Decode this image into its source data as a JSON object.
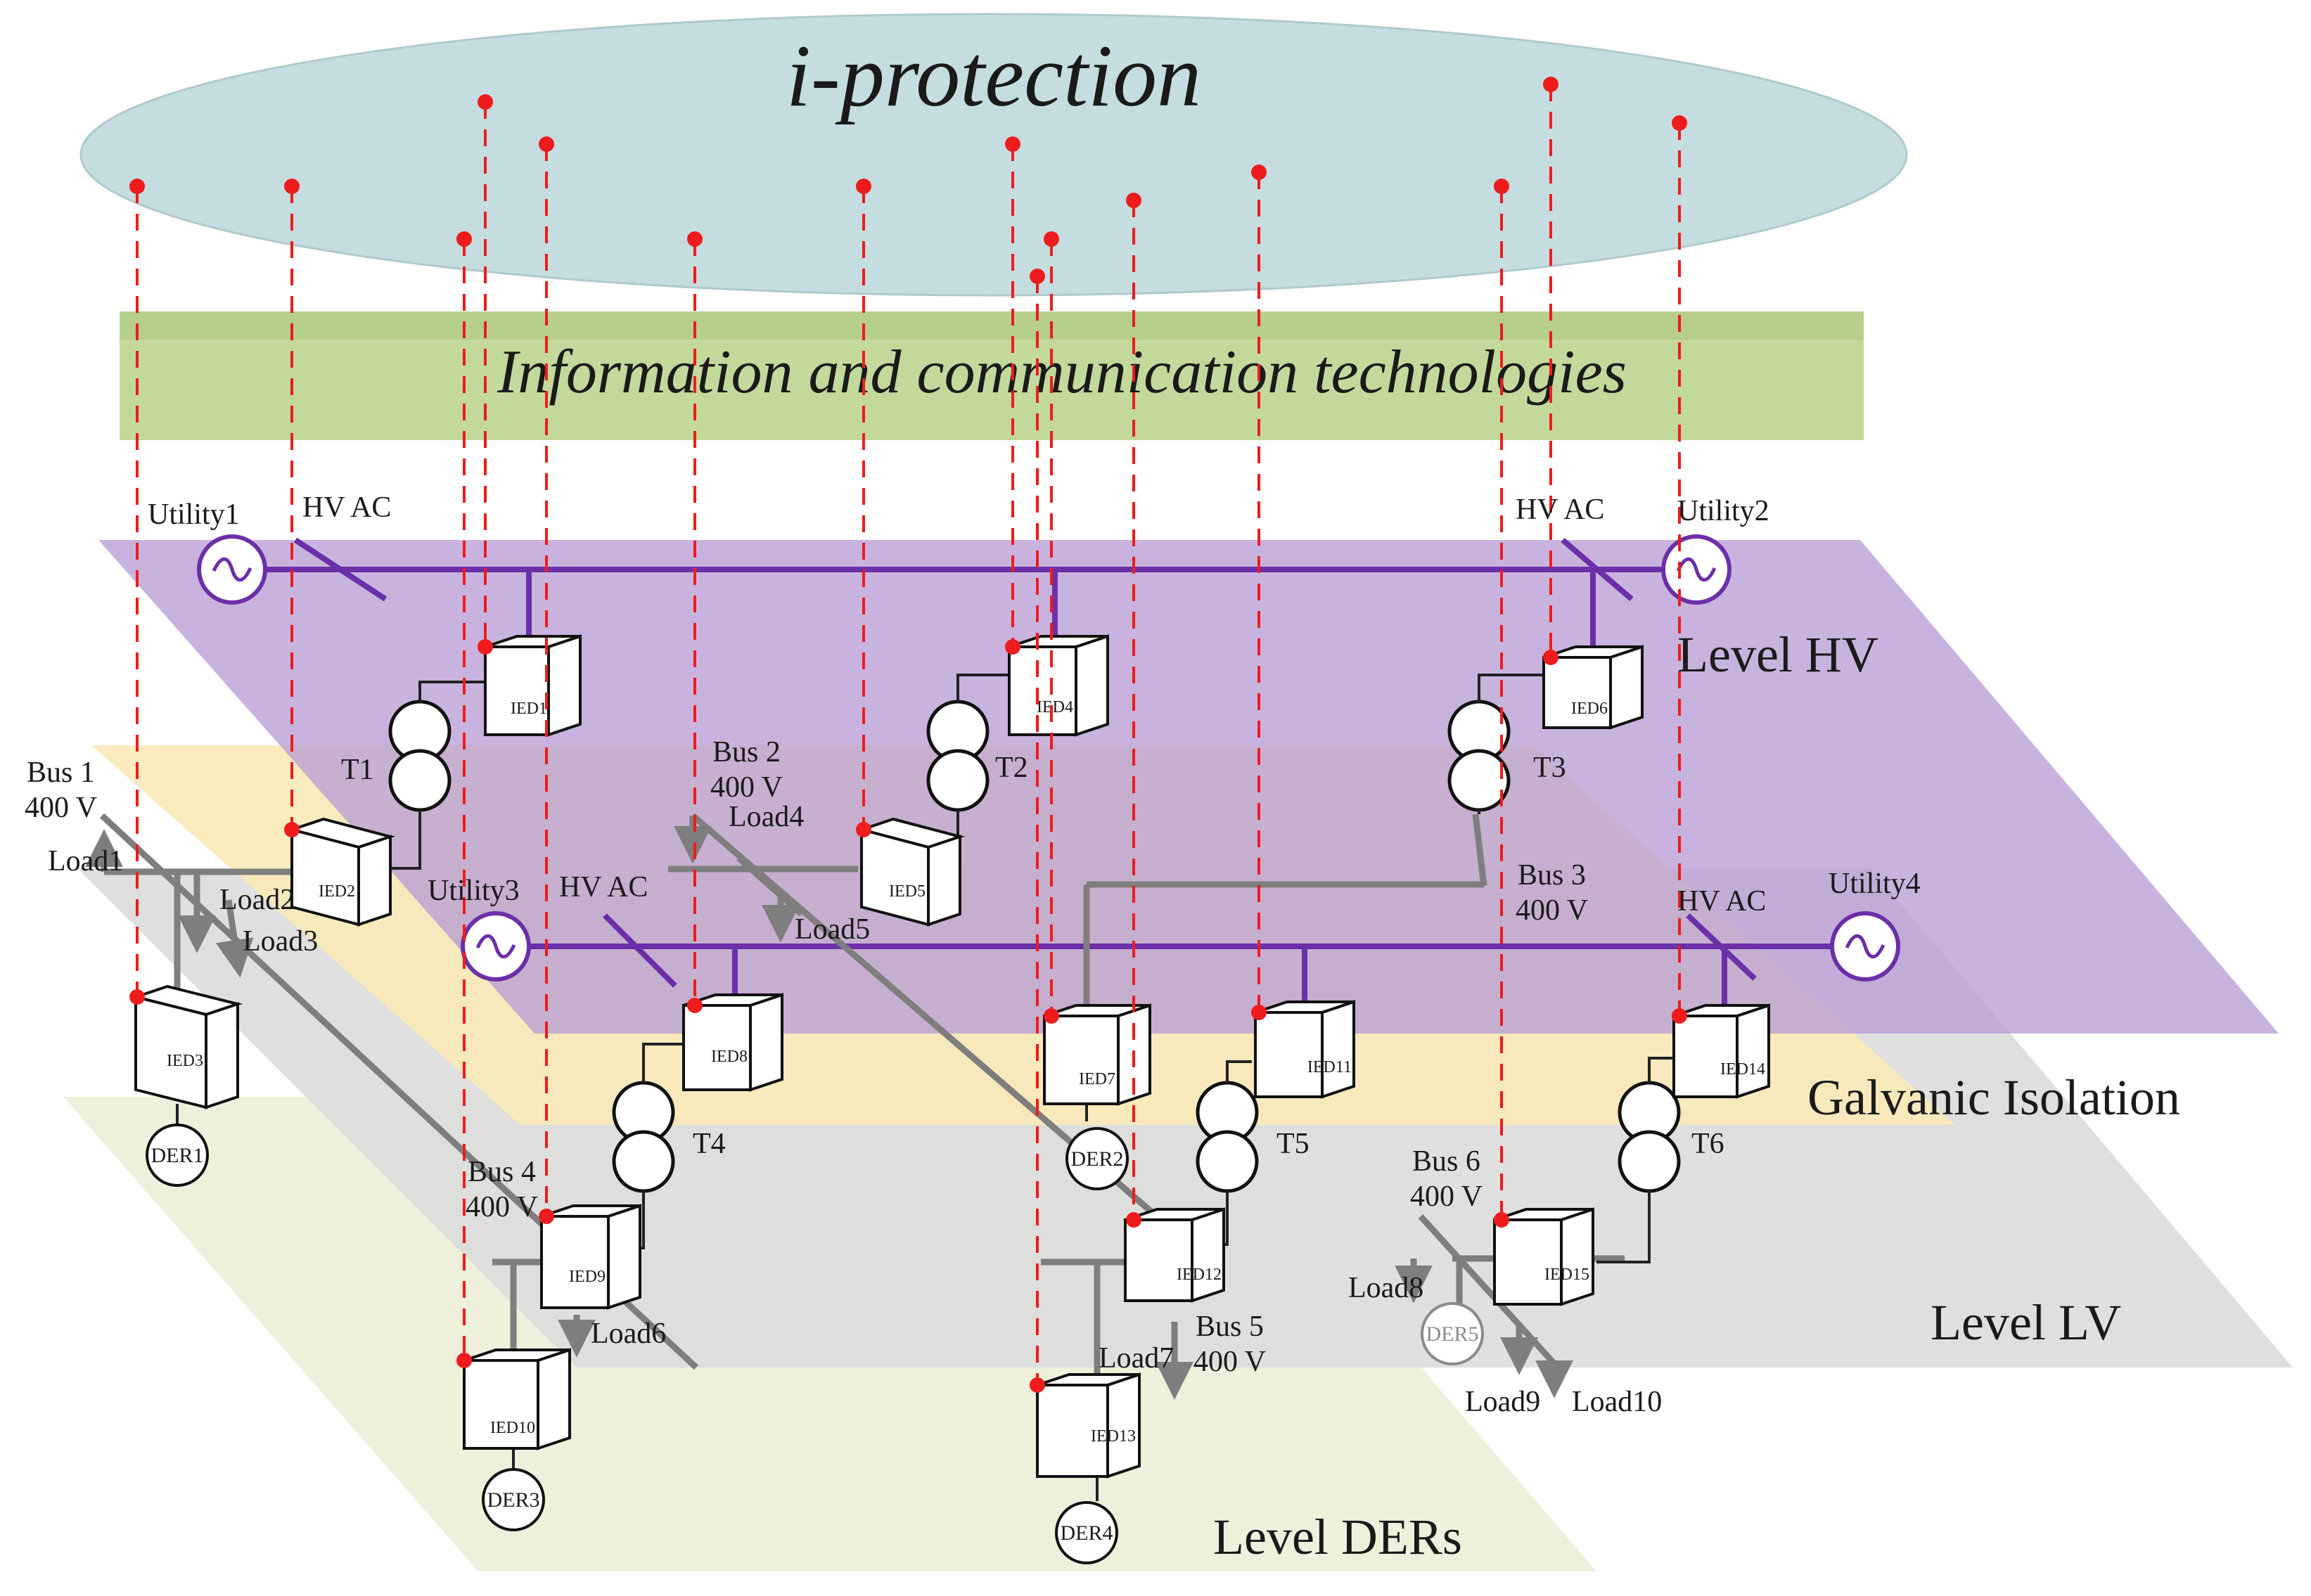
{
  "title": "i-protection",
  "ict_band": "Information and communication technologies",
  "levels": {
    "hv": "Level HV",
    "galvanic": "Galvanic Isolation",
    "lv": "Level LV",
    "ders": "Level DERs"
  },
  "sources": {
    "utility1": "Utility1",
    "utility2": "Utility2",
    "utility3": "Utility3",
    "utility4": "Utility4"
  },
  "hv_ac": "HV AC",
  "transformers": [
    "T1",
    "T2",
    "T3",
    "T4",
    "T5",
    "T6"
  ],
  "ieds": [
    "IED1",
    "IED2",
    "IED3",
    "IED4",
    "IED5",
    "IED6",
    "IED7",
    "IED8",
    "IED9",
    "IED10",
    "IED11",
    "IED12",
    "IED13",
    "IED14",
    "IED15"
  ],
  "buses": {
    "bus1": {
      "name": "Bus 1",
      "voltage": "400 V"
    },
    "bus2": {
      "name": "Bus 2",
      "voltage": "400 V"
    },
    "bus3": {
      "name": "Bus 3",
      "voltage": "400 V"
    },
    "bus4": {
      "name": "Bus 4",
      "voltage": "400 V"
    },
    "bus5": {
      "name": "Bus 5",
      "voltage": "400 V"
    },
    "bus6": {
      "name": "Bus 6",
      "voltage": "400 V"
    }
  },
  "loads": [
    "Load1",
    "Load2",
    "Load3",
    "Load4",
    "Load5",
    "Load6",
    "Load7",
    "Load8",
    "Load9",
    "Load10"
  ],
  "ders": [
    "DER1",
    "DER2",
    "DER3",
    "DER4",
    "DER5"
  ],
  "colors": {
    "cloud": "#c5dde0",
    "ict": "#c3d99c",
    "hv_plane": "#c3a9da",
    "galvanic_plane": "#faeab8",
    "lv_plane": "#dcdcdc",
    "ders_plane": "#eef0dc",
    "hv_line": "#6b2fa8",
    "link": "#ee1c1c"
  }
}
